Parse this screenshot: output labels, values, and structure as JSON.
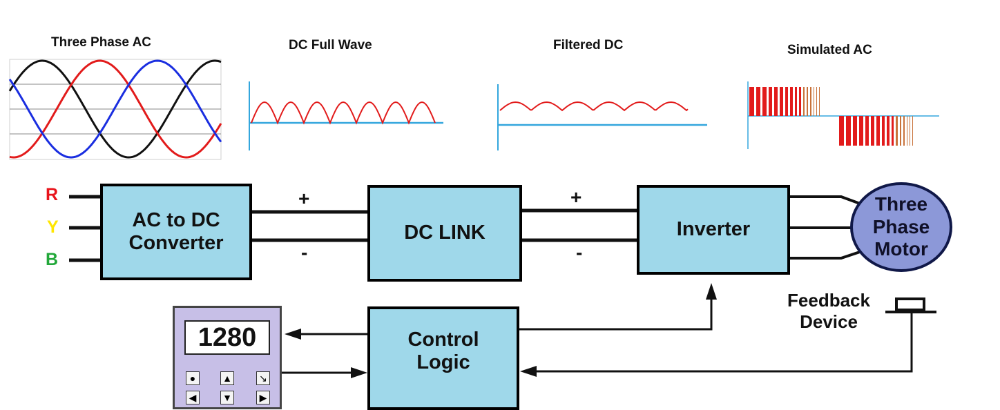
{
  "waveforms": {
    "three_phase_ac": "Three Phase AC",
    "dc_full_wave": "DC Full Wave",
    "filtered_dc": "Filtered DC",
    "simulated_ac": "Simulated AC"
  },
  "phases": {
    "r": "R",
    "y": "Y",
    "b": "B"
  },
  "blocks": {
    "converter_line1": "AC to DC",
    "converter_line2": "Converter",
    "dc_link": "DC LINK",
    "inverter": "Inverter",
    "control_line1": "Control",
    "control_line2": "Logic"
  },
  "signs": {
    "plus": "+",
    "minus": "-"
  },
  "motor": {
    "line1": "Three",
    "line2": "Phase",
    "line3": "Motor"
  },
  "feedback": {
    "line1": "Feedback",
    "line2": "Device"
  },
  "keypad": {
    "display": "1280"
  },
  "colors": {
    "phase_r": "#e8141c",
    "phase_y": "#ffe600",
    "phase_b": "#22a83a",
    "block_fill": "#9fd8ea",
    "motor_fill": "#8c98d8",
    "wave_red": "#e21b1b",
    "wave_blue": "#1a2ee0",
    "wave_black": "#111111",
    "axis_blue": "#33a6dd"
  }
}
